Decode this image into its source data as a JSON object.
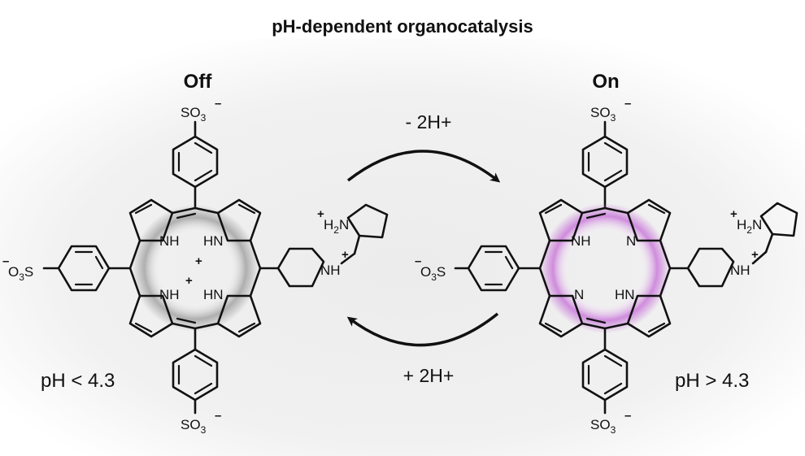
{
  "title": "pH-dependent organocatalysis",
  "states": {
    "off": {
      "label": "Off",
      "ph_condition": "pH < 4.3",
      "highlight_color": "#8a8a8a"
    },
    "on": {
      "label": "On",
      "ph_condition": "pH > 4.3",
      "highlight_color": "#c46ad6"
    }
  },
  "arrows": {
    "forward": {
      "label": "- 2H+"
    },
    "reverse": {
      "label": "+ 2H+"
    }
  },
  "atoms": {
    "nh": "NH",
    "hn": "HN",
    "n": "N",
    "so3_prefix": "SO",
    "so3_sub": "3",
    "o3s_prefix": "O",
    "o3s_suffix": "S",
    "h2n_h": "H",
    "h2n_sub": "2",
    "h2n_n": "N",
    "plus": "+",
    "minus": "–"
  },
  "colors": {
    "background_glow": "#ececec",
    "text": "#111111"
  }
}
